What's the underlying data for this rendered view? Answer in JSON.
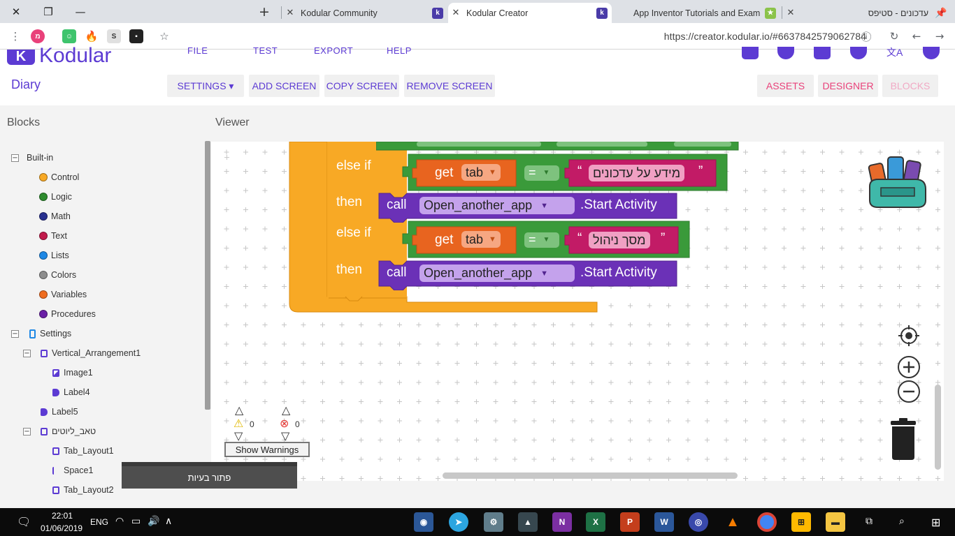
{
  "browser": {
    "tabs": [
      {
        "title": "Kodular Community",
        "active": false
      },
      {
        "title": "Kodular Creator",
        "active": true
      },
      {
        "title": "App Inventor Tutorials and Exam",
        "active": false
      },
      {
        "title": "עדכונים - סטיפס",
        "active": false
      }
    ],
    "url": "https://creator.kodular.io/#6637842579062784"
  },
  "app": {
    "logo_text": "Kodular",
    "menus": [
      "FILE",
      "TEST",
      "EXPORT",
      "HELP"
    ],
    "project_name": "Diary",
    "settings_label": "SETTINGS ▾",
    "add_screen": "ADD SCREEN",
    "copy_screen": "COPY SCREEN",
    "remove_screen": "REMOVE SCREEN",
    "assets": "ASSETS",
    "designer": "DESIGNER",
    "blocks": "BLOCKS"
  },
  "panel": {
    "blocks_title": "Blocks",
    "viewer_title": "Viewer",
    "builtin_label": "Built-in",
    "builtin": [
      {
        "label": "Control",
        "color": "#f8a925"
      },
      {
        "label": "Logic",
        "color": "#2e8b2e"
      },
      {
        "label": "Math",
        "color": "#27308f"
      },
      {
        "label": "Text",
        "color": "#c21b4c"
      },
      {
        "label": "Lists",
        "color": "#1e88e5"
      },
      {
        "label": "Colors",
        "color": "#8c8c8c"
      },
      {
        "label": "Variables",
        "color": "#ef6c1f"
      },
      {
        "label": "Procedures",
        "color": "#6a1fa6"
      }
    ],
    "settings_label": "Settings",
    "components": [
      {
        "label": "Vertical_Arrangement1",
        "level": 1
      },
      {
        "label": "Image1",
        "level": 2
      },
      {
        "label": "Label4",
        "level": 2
      },
      {
        "label": "Label5",
        "level": 1
      },
      {
        "label": "טאב_ליוטים",
        "level": 1
      },
      {
        "label": "Tab_Layout1",
        "level": 2
      },
      {
        "label": "Space1",
        "level": 2
      },
      {
        "label": "Tab_Layout2",
        "level": 2
      }
    ]
  },
  "blocks": {
    "else_if": "else if",
    "then": "then",
    "get": "get",
    "tab_var": "tab",
    "equals": "=",
    "text1": "מידע על עדכונים",
    "text2": "מסך ניהול",
    "call": "call",
    "component": "Open_another_app",
    "method": ".Start Activity",
    "quote_open": "“",
    "quote_close": "”"
  },
  "warnings": {
    "warn_count": "0",
    "error_count": "0",
    "show_warnings": "Show Warnings"
  },
  "toast": "פתור בעיות",
  "taskbar": {
    "lang": "ENG",
    "time": "22:01",
    "date": "01/06/2019"
  }
}
